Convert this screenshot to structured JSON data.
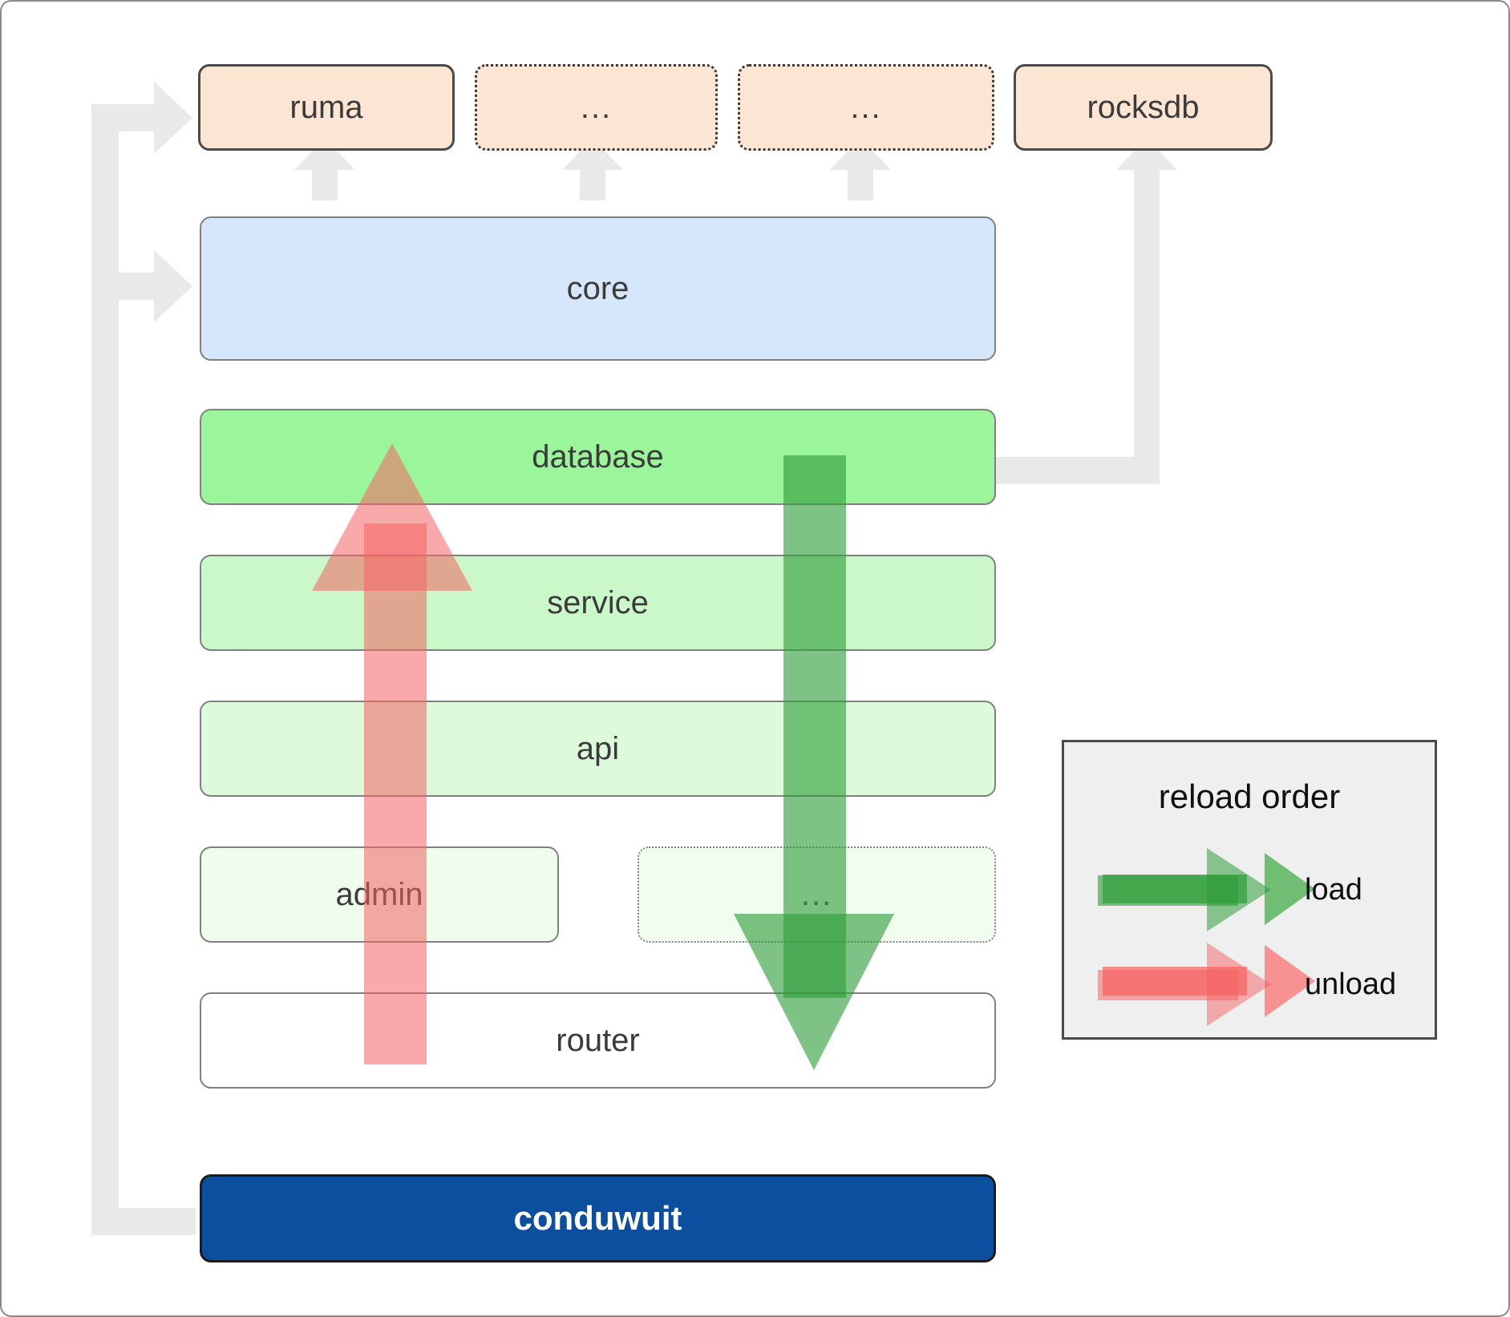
{
  "diagram": {
    "title": "conduwuit crate dependency / reload order diagram",
    "dependencies": [
      {
        "id": "ruma",
        "label": "ruma",
        "style": "solid",
        "fill": "#fde5d4"
      },
      {
        "id": "dep2",
        "label": "...",
        "style": "dotted",
        "fill": "#fde5d4"
      },
      {
        "id": "dep3",
        "label": "...",
        "style": "dotted",
        "fill": "#fde5d4"
      },
      {
        "id": "rocksdb",
        "label": "rocksdb",
        "style": "solid",
        "fill": "#fde5d4"
      }
    ],
    "layers": [
      {
        "id": "core",
        "label": "core",
        "style": "solid",
        "fill": "#d6e7fb"
      },
      {
        "id": "database",
        "label": "database",
        "style": "solid",
        "fill": "#9bf59b"
      },
      {
        "id": "service",
        "label": "service",
        "style": "solid",
        "fill": "#caf8c8"
      },
      {
        "id": "api",
        "label": "api",
        "style": "solid",
        "fill": "#ddfbdb"
      },
      {
        "id": "admin",
        "label": "admin",
        "style": "solid",
        "fill": "#eefdec"
      },
      {
        "id": "extra",
        "label": "...",
        "style": "dotted",
        "fill": "#f1fdef"
      },
      {
        "id": "router",
        "label": "router",
        "style": "solid",
        "fill": "#ffffff"
      }
    ],
    "application": {
      "id": "conduwuit",
      "label": "conduwuit",
      "fill": "#0b4f9e",
      "text_color": "#ffffff"
    },
    "legend": {
      "title": "reload order",
      "items": [
        {
          "id": "load",
          "label": "load",
          "color": "#4caf50",
          "direction": "right"
        },
        {
          "id": "unload",
          "label": "unload",
          "color": "#f98080",
          "direction": "right"
        }
      ]
    },
    "flows": [
      {
        "id": "load-flow",
        "label": "load",
        "color": "#3ea549",
        "direction": "down",
        "from": "database",
        "to": "router"
      },
      {
        "id": "unload-flow",
        "label": "unload",
        "color": "#fa8b8b",
        "direction": "up",
        "from": "router",
        "to": "database"
      }
    ],
    "connectors": [
      {
        "id": "conduwuit-to-ruma",
        "color": "#e9e9e9"
      },
      {
        "id": "conduwuit-to-core",
        "color": "#e9e9e9"
      },
      {
        "id": "database-to-rocksdb",
        "color": "#e9e9e9"
      },
      {
        "id": "core-to-ruma",
        "color": "#e9e9e9"
      },
      {
        "id": "core-to-dep2",
        "color": "#e9e9e9"
      },
      {
        "id": "core-to-dep3",
        "color": "#e9e9e9"
      }
    ]
  }
}
